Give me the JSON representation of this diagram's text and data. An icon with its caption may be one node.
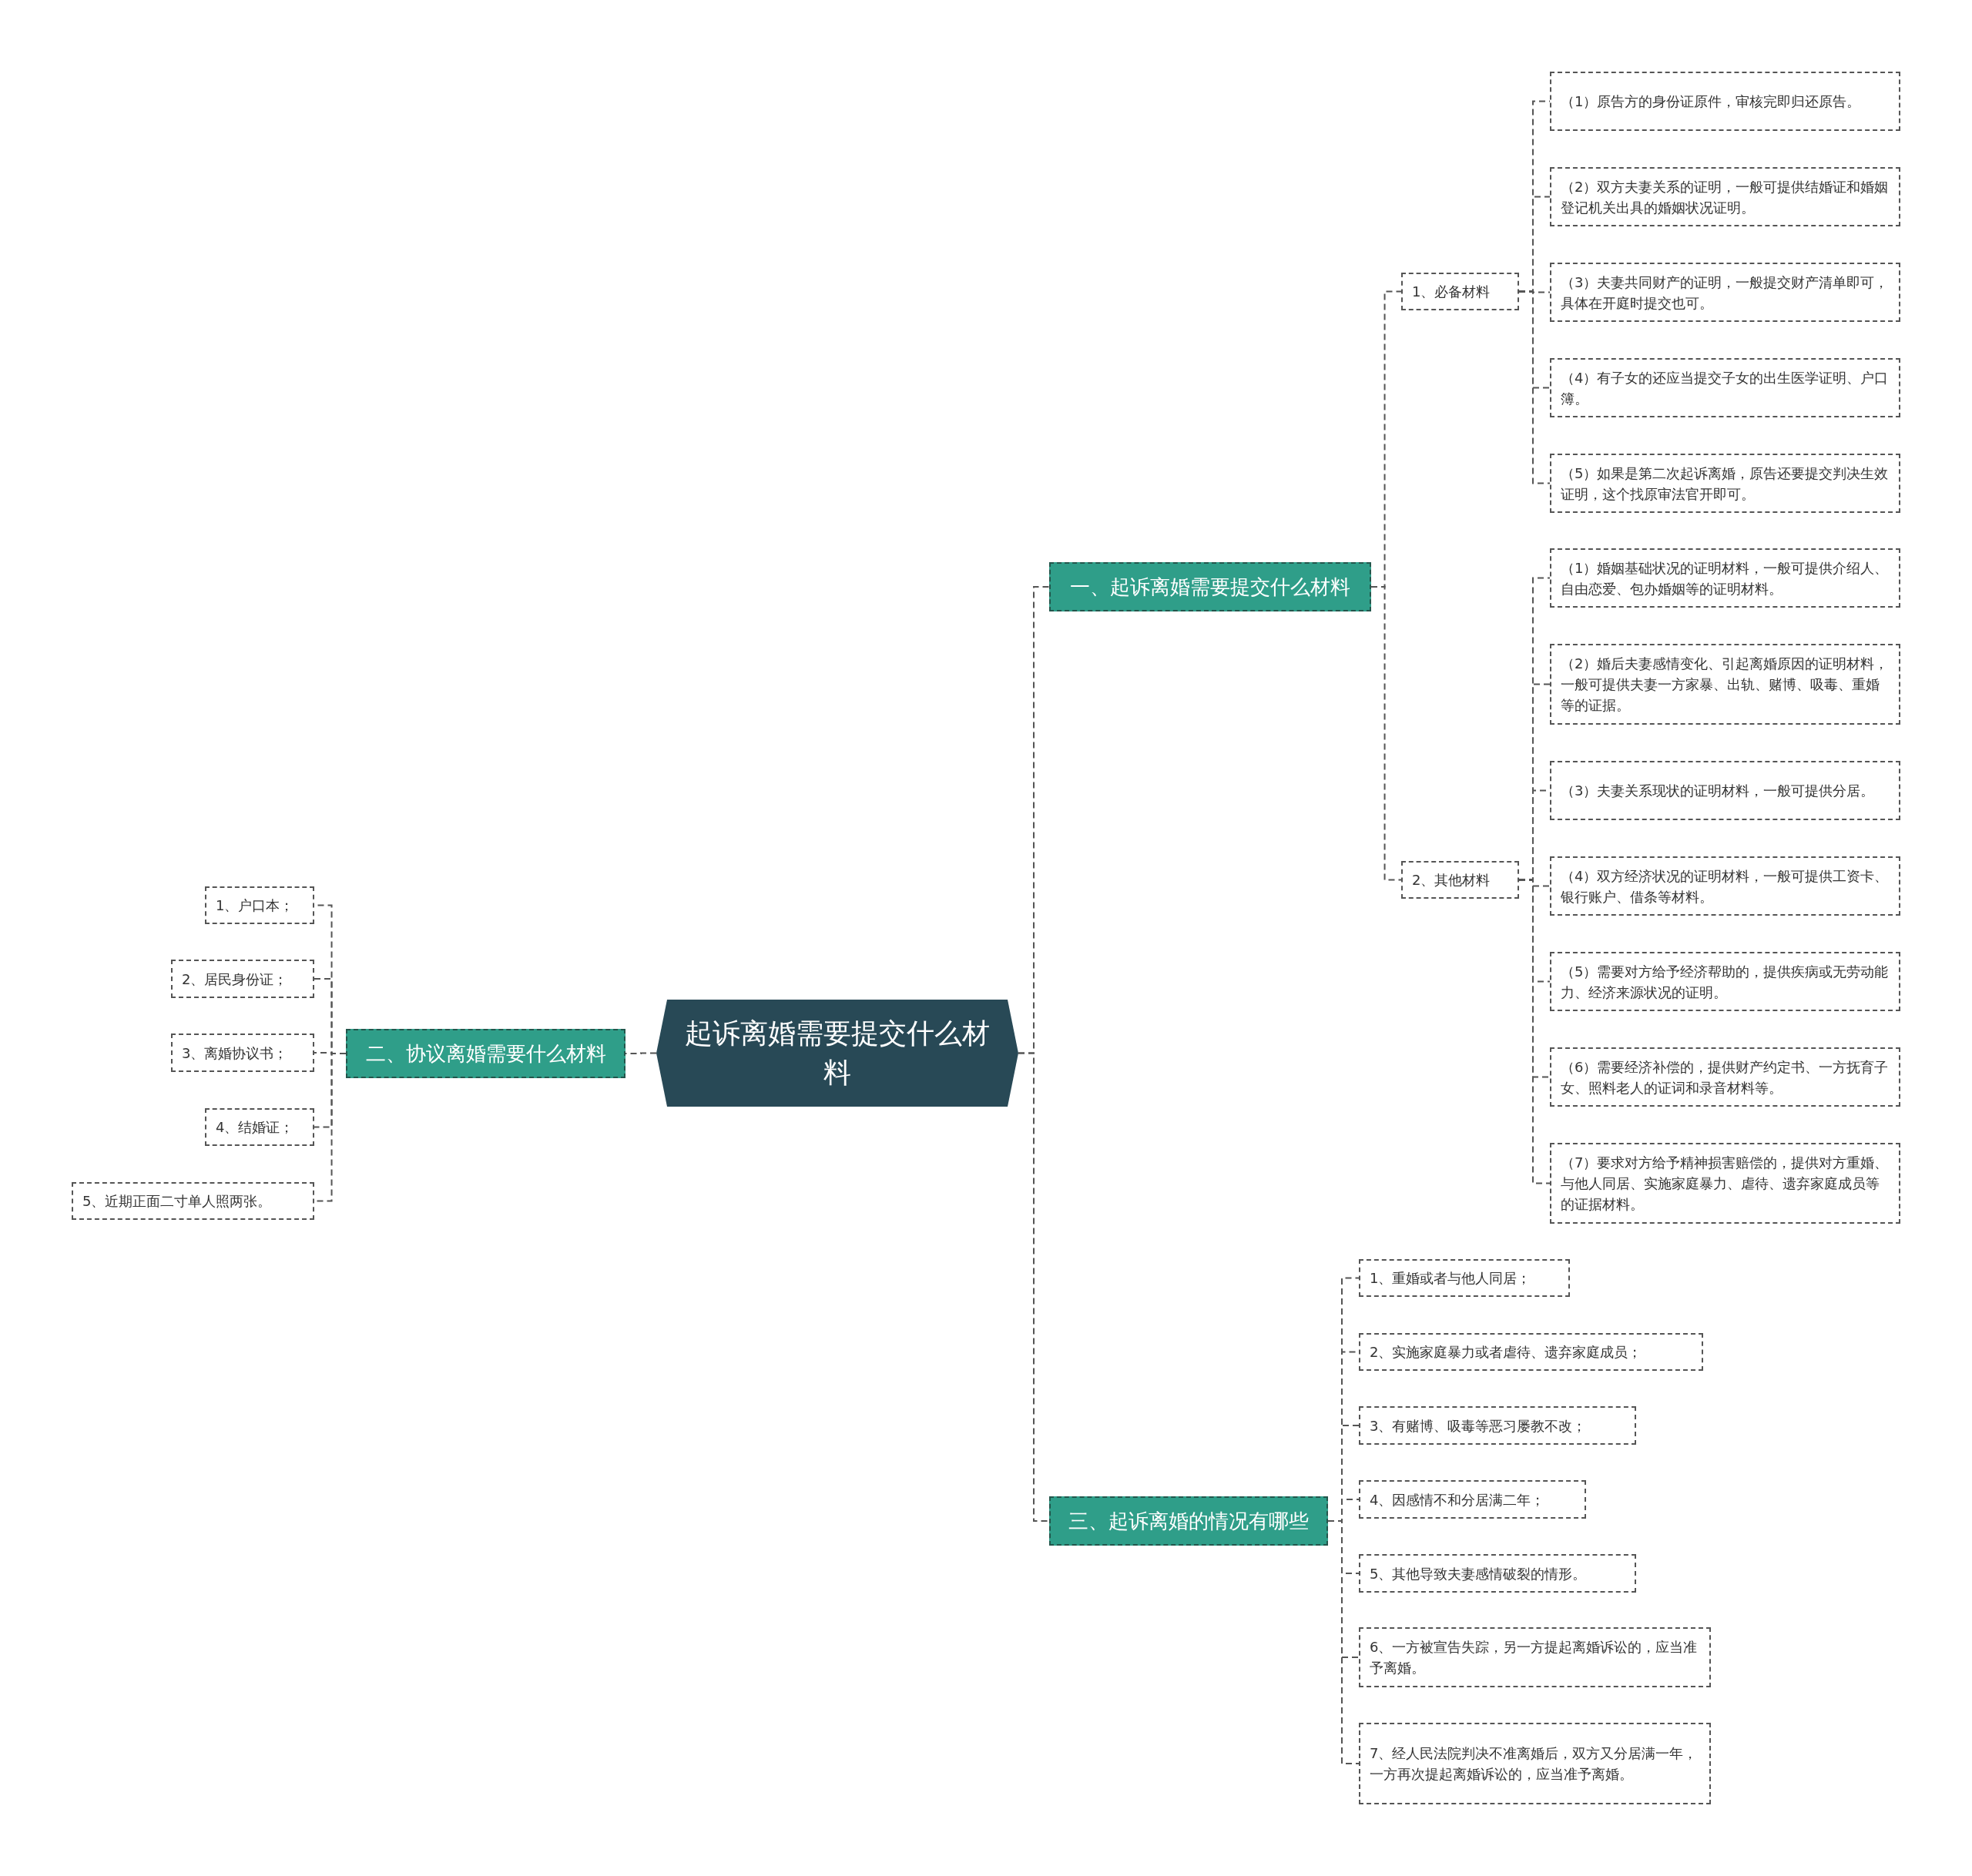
{
  "diagram": {
    "nodes": [
      {
        "text": [
          "起诉离婚需要提交什么材料"
        ]
      },
      {
        "text": [
          "一、起诉离婚需要提交什么材料"
        ]
      },
      {
        "text": [
          "1、必备材料"
        ]
      },
      {
        "text": [
          "（1）原告方的身份证原件，审核完即归还原告。"
        ]
      },
      {
        "text": [
          "（2）双方夫妻关系的证明，一般可提供结婚证和婚姻登记机关出具的婚姻状况证明。"
        ]
      },
      {
        "text": [
          "（3）夫妻共同财产的证明，一般提交财产清单即可，具体在开庭时提交也可。"
        ]
      },
      {
        "text": [
          "（4）有子女的还应当提交子女的出生医学证明、户口簿。"
        ]
      },
      {
        "text": [
          "（5）如果是第二次起诉离婚，原告还要提交判决生效证明，这个找原审法官开即可。"
        ]
      },
      {
        "text": [
          "2、其他材料"
        ]
      },
      {
        "text": [
          "（1）婚姻基础状况的证明材料，一般可提供介绍人、自由恋爱、包办婚姻等的证明材料。"
        ]
      },
      {
        "text": [
          "（2）婚后夫妻感情变化、引起离婚原因的证明材料，一般可提供夫妻一方家暴、出轨、赌博、吸毒、重婚等的证据。"
        ]
      },
      {
        "text": [
          "（3）夫妻关系现状的证明材料，一般可提供分居。"
        ]
      },
      {
        "text": [
          "（4）双方经济状况的证明材料，一般可提供工资卡、银行账户、借条等材料。"
        ]
      },
      {
        "text": [
          "（5）需要对方给予经济帮助的，提供疾病或无劳动能力、经济来源状况的证明。"
        ]
      },
      {
        "text": [
          "（6）需要经济补偿的，提供财产约定书、一方抚育子女、照料老人的证词和录音材料等。"
        ]
      },
      {
        "text": [
          "（7）要求对方给予精神损害赔偿的，提供对方重婚、与他人同居、实施家庭暴力、虐待、遗弃家庭成员等的证据材料。"
        ]
      },
      {
        "text": [
          "二、协议离婚需要什么材料"
        ]
      },
      {
        "text": [
          "1、户口本；"
        ]
      },
      {
        "text": [
          "2、居民身份证；"
        ]
      },
      {
        "text": [
          "3、离婚协议书；"
        ]
      },
      {
        "text": [
          "4、结婚证；"
        ]
      },
      {
        "text": [
          "5、近期正面二寸单人照两张。"
        ]
      },
      {
        "text": [
          "三、起诉离婚的情况有哪些"
        ]
      },
      {
        "text": [
          "1、重婚或者与他人同居；"
        ]
      },
      {
        "text": [
          "2、实施家庭暴力或者虐待、遗弃家庭成员；"
        ]
      },
      {
        "text": [
          "3、有赌博、吸毒等恶习屡教不改；"
        ]
      },
      {
        "text": [
          "4、因感情不和分居满二年；"
        ]
      },
      {
        "text": [
          "5、其他导致夫妻感情破裂的情形。"
        ]
      },
      {
        "text": [
          "6、一方被宣告失踪，另一方提起离婚诉讼的，应当准予离婚。"
        ]
      },
      {
        "text": [
          "7、经人民法院判决不准离婚后，双方又分居满一年，一方再次提起离婚诉讼的，应当准予离婚。"
        ]
      }
    ],
    "edges": [
      {
        "from": 0,
        "to": 1,
        "arrow": "none"
      },
      {
        "from": 1,
        "to": 2,
        "arrow": "none"
      },
      {
        "from": 2,
        "to": 3,
        "arrow": "none"
      },
      {
        "from": 2,
        "to": 4,
        "arrow": "none"
      },
      {
        "from": 2,
        "to": 5,
        "arrow": "none"
      },
      {
        "from": 2,
        "to": 6,
        "arrow": "none"
      },
      {
        "from": 2,
        "to": 7,
        "arrow": "none"
      },
      {
        "from": 1,
        "to": 8,
        "arrow": "none"
      },
      {
        "from": 8,
        "to": 9,
        "arrow": "none"
      },
      {
        "from": 8,
        "to": 10,
        "arrow": "none"
      },
      {
        "from": 8,
        "to": 11,
        "arrow": "none"
      },
      {
        "from": 8,
        "to": 12,
        "arrow": "none"
      },
      {
        "from": 8,
        "to": 13,
        "arrow": "none"
      },
      {
        "from": 8,
        "to": 14,
        "arrow": "none"
      },
      {
        "from": 8,
        "to": 15,
        "arrow": "none"
      },
      {
        "from": 0,
        "to": 16,
        "arrow": "none"
      },
      {
        "from": 16,
        "to": 17,
        "arrow": "none"
      },
      {
        "from": 16,
        "to": 18,
        "arrow": "none"
      },
      {
        "from": 16,
        "to": 19,
        "arrow": "none"
      },
      {
        "from": 16,
        "to": 20,
        "arrow": "none"
      },
      {
        "from": 16,
        "to": 21,
        "arrow": "none"
      },
      {
        "from": 0,
        "to": 22,
        "arrow": "none"
      },
      {
        "from": 22,
        "to": 23,
        "arrow": "none"
      },
      {
        "from": 22,
        "to": 24,
        "arrow": "none"
      },
      {
        "from": 22,
        "to": 25,
        "arrow": "none"
      },
      {
        "from": 22,
        "to": 26,
        "arrow": "none"
      },
      {
        "from": 22,
        "to": 27,
        "arrow": "none"
      },
      {
        "from": 22,
        "to": 28,
        "arrow": "none"
      },
      {
        "from": 22,
        "to": 29,
        "arrow": "none"
      }
    ]
  }
}
